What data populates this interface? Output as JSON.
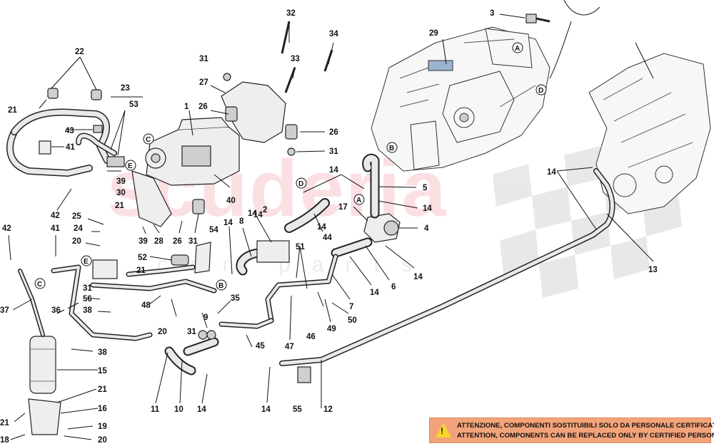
{
  "diagram": {
    "labels": [
      {
        "id": "l1",
        "text": "1"
      },
      {
        "id": "l2",
        "text": "2"
      },
      {
        "id": "l3",
        "text": "3"
      },
      {
        "id": "l4",
        "text": "4"
      },
      {
        "id": "l5",
        "text": "5"
      },
      {
        "id": "l6",
        "text": "6"
      },
      {
        "id": "l7",
        "text": "7"
      },
      {
        "id": "l8",
        "text": "8"
      },
      {
        "id": "l9",
        "text": "9"
      },
      {
        "id": "l10",
        "text": "10"
      },
      {
        "id": "l11",
        "text": "11"
      },
      {
        "id": "l12",
        "text": "12"
      },
      {
        "id": "l13",
        "text": "13"
      },
      {
        "id": "l14a",
        "text": "14"
      },
      {
        "id": "l14b",
        "text": "14"
      },
      {
        "id": "l14c",
        "text": "14"
      },
      {
        "id": "l14d",
        "text": "14"
      },
      {
        "id": "l14e",
        "text": "14"
      },
      {
        "id": "l14f",
        "text": "14"
      },
      {
        "id": "l14g",
        "text": "14"
      },
      {
        "id": "l14h",
        "text": "14"
      },
      {
        "id": "l14i",
        "text": "14"
      },
      {
        "id": "l14j",
        "text": "14"
      },
      {
        "id": "l14k",
        "text": "14"
      },
      {
        "id": "l15",
        "text": "15"
      },
      {
        "id": "l16",
        "text": "16"
      },
      {
        "id": "l17",
        "text": "17"
      },
      {
        "id": "l18",
        "text": "18"
      },
      {
        "id": "l19",
        "text": "19"
      },
      {
        "id": "l20a",
        "text": "20"
      },
      {
        "id": "l20b",
        "text": "20"
      },
      {
        "id": "l20c",
        "text": "20"
      },
      {
        "id": "l21a",
        "text": "21"
      },
      {
        "id": "l21b",
        "text": "21"
      },
      {
        "id": "l21c",
        "text": "21"
      },
      {
        "id": "l21d",
        "text": "21"
      },
      {
        "id": "l21e",
        "text": "21"
      },
      {
        "id": "l22",
        "text": "22"
      },
      {
        "id": "l23",
        "text": "23"
      },
      {
        "id": "l24",
        "text": "24"
      },
      {
        "id": "l25",
        "text": "25"
      },
      {
        "id": "l26a",
        "text": "26"
      },
      {
        "id": "l26b",
        "text": "26"
      },
      {
        "id": "l26c",
        "text": "26"
      },
      {
        "id": "l27",
        "text": "27"
      },
      {
        "id": "l28",
        "text": "28"
      },
      {
        "id": "l29",
        "text": "29"
      },
      {
        "id": "l30",
        "text": "30"
      },
      {
        "id": "l31a",
        "text": "31"
      },
      {
        "id": "l31b",
        "text": "31"
      },
      {
        "id": "l31c",
        "text": "31"
      },
      {
        "id": "l31d",
        "text": "31"
      },
      {
        "id": "l31e",
        "text": "31"
      },
      {
        "id": "l32",
        "text": "32"
      },
      {
        "id": "l33",
        "text": "33"
      },
      {
        "id": "l34",
        "text": "34"
      },
      {
        "id": "l35",
        "text": "35"
      },
      {
        "id": "l36",
        "text": "36"
      },
      {
        "id": "l37",
        "text": "37"
      },
      {
        "id": "l38a",
        "text": "38"
      },
      {
        "id": "l38b",
        "text": "38"
      },
      {
        "id": "l39a",
        "text": "39"
      },
      {
        "id": "l39b",
        "text": "39"
      },
      {
        "id": "l40",
        "text": "40"
      },
      {
        "id": "l41a",
        "text": "41"
      },
      {
        "id": "l41b",
        "text": "41"
      },
      {
        "id": "l42a",
        "text": "42"
      },
      {
        "id": "l42b",
        "text": "42"
      },
      {
        "id": "l43",
        "text": "43"
      },
      {
        "id": "l44",
        "text": "44"
      },
      {
        "id": "l45",
        "text": "45"
      },
      {
        "id": "l46",
        "text": "46"
      },
      {
        "id": "l47",
        "text": "47"
      },
      {
        "id": "l48",
        "text": "48"
      },
      {
        "id": "l49",
        "text": "49"
      },
      {
        "id": "l50",
        "text": "50"
      },
      {
        "id": "l51",
        "text": "51"
      },
      {
        "id": "l52",
        "text": "52"
      },
      {
        "id": "l53",
        "text": "53"
      },
      {
        "id": "l54",
        "text": "54"
      },
      {
        "id": "l55",
        "text": "55"
      },
      {
        "id": "l56",
        "text": "56"
      }
    ],
    "callouts": [
      {
        "id": "cA1",
        "text": "A"
      },
      {
        "id": "cA2",
        "text": "A"
      },
      {
        "id": "cB1",
        "text": "B"
      },
      {
        "id": "cB2",
        "text": "B"
      },
      {
        "id": "cC1",
        "text": "C"
      },
      {
        "id": "cC2",
        "text": "C"
      },
      {
        "id": "cD1",
        "text": "D"
      },
      {
        "id": "cD2",
        "text": "D"
      },
      {
        "id": "cE1",
        "text": "E"
      },
      {
        "id": "cE2",
        "text": "E"
      }
    ]
  },
  "watermark": {
    "text": "scuderia",
    "sub": "car parts"
  },
  "warning": {
    "icon": "warning-triangle-icon",
    "icon_color": "#f6d62a",
    "background": "#f2a37a",
    "line_it": "ATTENZIONE, COMPONENTI SOSTITUIBILI SOLO DA PERSONALE CERTIFICATO",
    "line_en": "ATTENTION, COMPONENTS CAN BE REPLACED ONLY BY CERTIFIED PERSONNEL"
  }
}
